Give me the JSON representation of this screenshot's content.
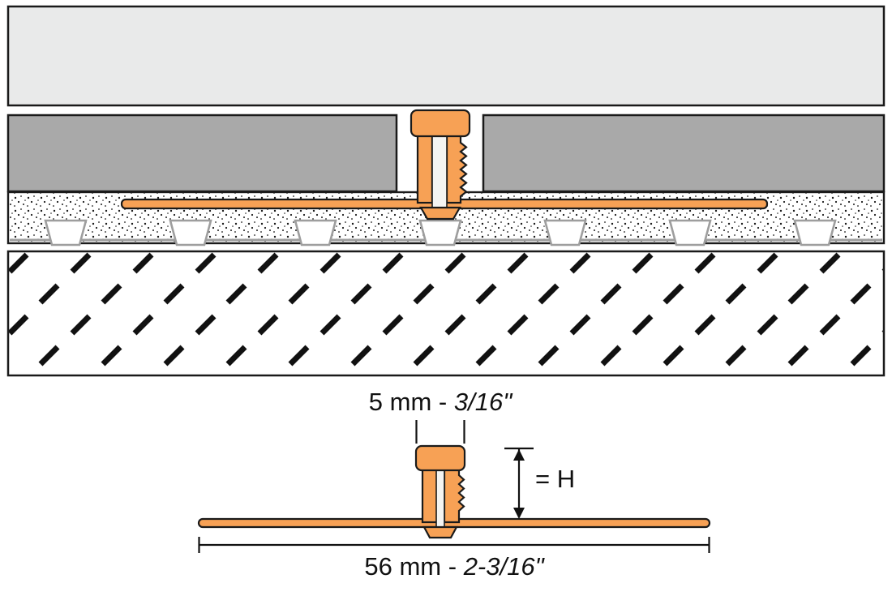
{
  "colors": {
    "profile_orange": "#F7A155",
    "tile_gray": "#A9A9A9",
    "ceiling_gray": "#E9EAEA",
    "outline_black": "#1A1A1A",
    "stud_gray": "#9E9E9E"
  },
  "dimensions": {
    "joint_width": {
      "metric": "5 mm - ",
      "imperial": "3/16\""
    },
    "height": "= H",
    "overall_width": {
      "metric": "56 mm - ",
      "imperial": "2-3/16\""
    }
  }
}
